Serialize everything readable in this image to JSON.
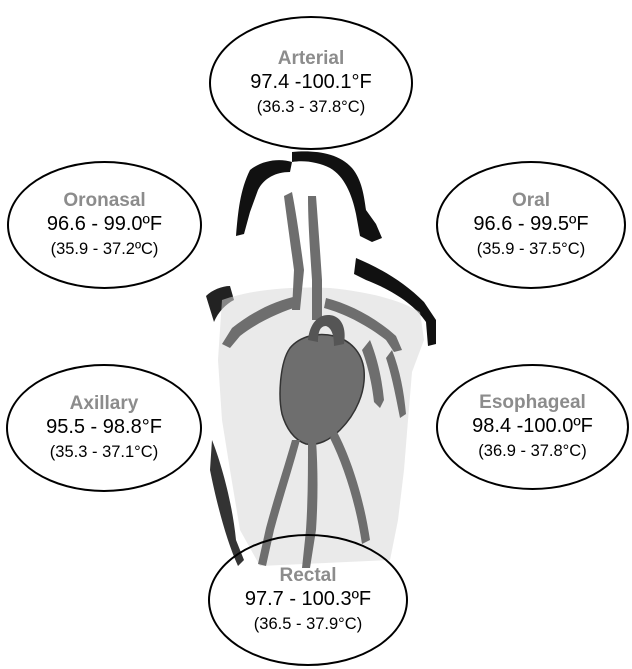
{
  "colors": {
    "site_label": "#8c8c8c",
    "text": "#000000",
    "body_fill": "#777777",
    "body_dark": "#111111"
  },
  "figure": {
    "illustration": "human-torso-circulatory-sketch"
  },
  "sites": [
    {
      "name": "Arterial",
      "fahrenheit": "97.4 -100.1°F",
      "celsius": "(36.3 - 37.8°C)"
    },
    {
      "name": "Oronasal",
      "fahrenheit": "96.6 - 99.0ºF",
      "celsius": "(35.9 - 37.2ºC)"
    },
    {
      "name": "Oral",
      "fahrenheit": "96.6 - 99.5ºF",
      "celsius": "(35.9 - 37.5°C)"
    },
    {
      "name": "Axillary",
      "fahrenheit": "95.5 - 98.8°F",
      "celsius": "(35.3 - 37.1°C)"
    },
    {
      "name": "Esophageal",
      "fahrenheit": "98.4 -100.0ºF",
      "celsius": "(36.9 - 37.8°C)"
    },
    {
      "name": "Rectal",
      "fahrenheit": "97.7 - 100.3ºF",
      "celsius": "(36.5 - 37.9°C)"
    }
  ]
}
